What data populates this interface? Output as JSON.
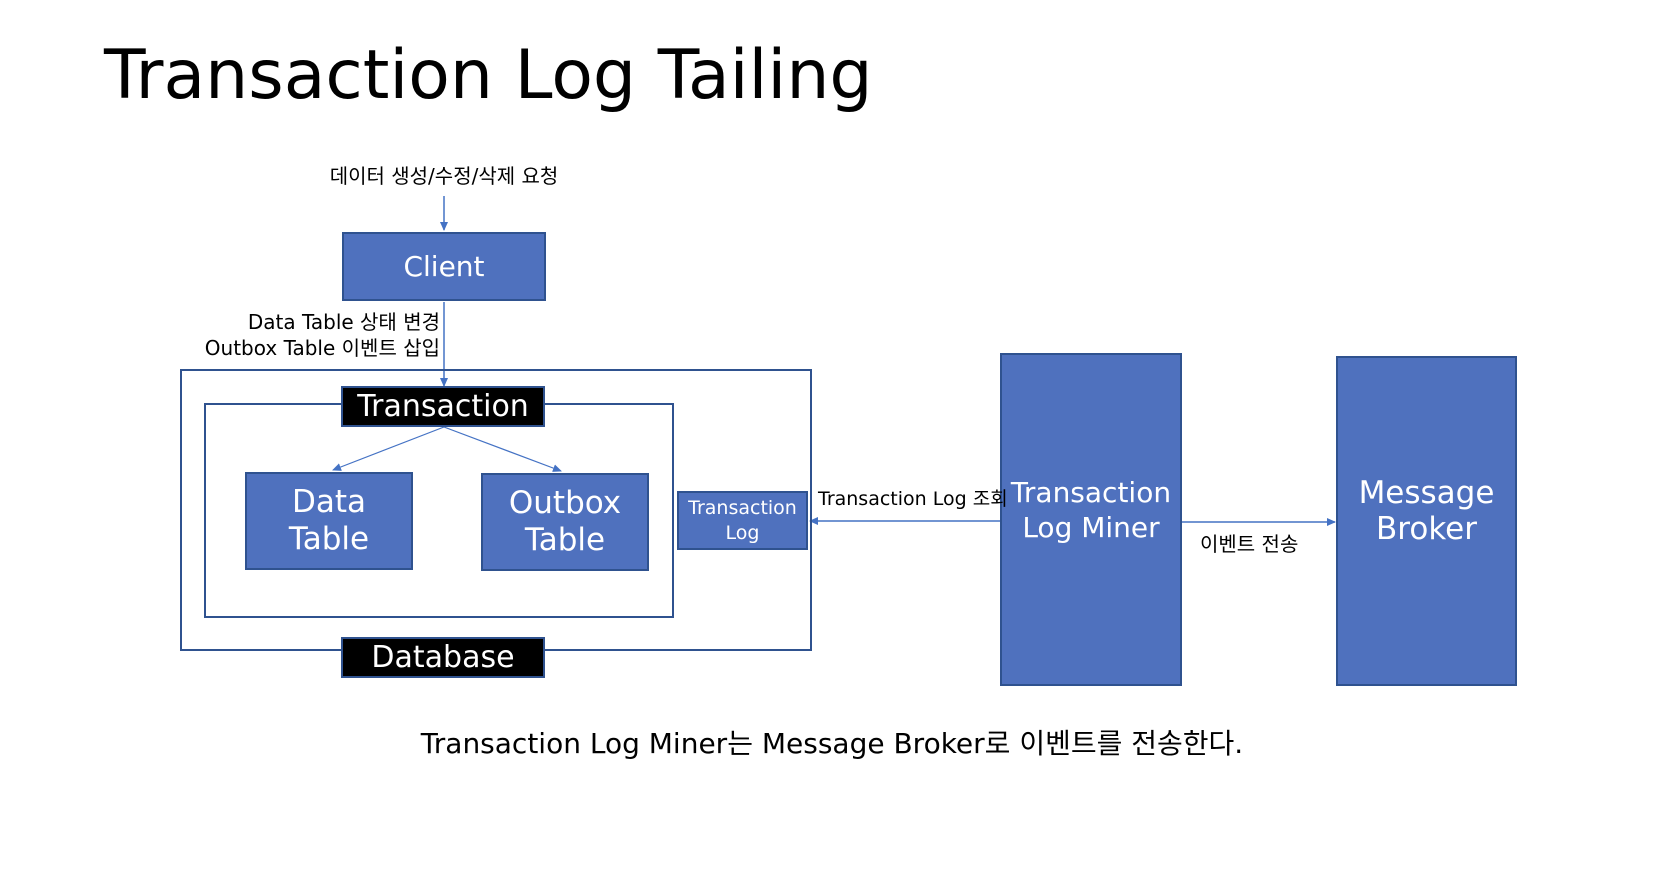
{
  "title": "Transaction Log Tailing",
  "request_label": "데이터 생성/수정/삭제 요청",
  "client": "Client",
  "client_action": {
    "line1": "Data Table 상태 변경",
    "line2": "Outbox Table 이벤트 삽입"
  },
  "database": {
    "label": "Database",
    "transaction_label": "Transaction",
    "data_table": {
      "line1": "Data",
      "line2": "Table"
    },
    "outbox_table": {
      "line1": "Outbox",
      "line2": "Table"
    },
    "transaction_log": {
      "line1": "Transaction",
      "line2": "Log"
    }
  },
  "miner": {
    "line1": "Transaction",
    "line2": "Log Miner"
  },
  "broker": {
    "line1": "Message",
    "line2": "Broker"
  },
  "query_label": "Transaction Log 조회",
  "send_label": "이벤트 전송",
  "caption": "Transaction Log Miner는 Message Broker로 이벤트를 전송한다.",
  "colors": {
    "box_fill": "#4f71be",
    "box_border": "#2f528f",
    "arrow": "#4472c4",
    "bar_fill": "#000000"
  }
}
